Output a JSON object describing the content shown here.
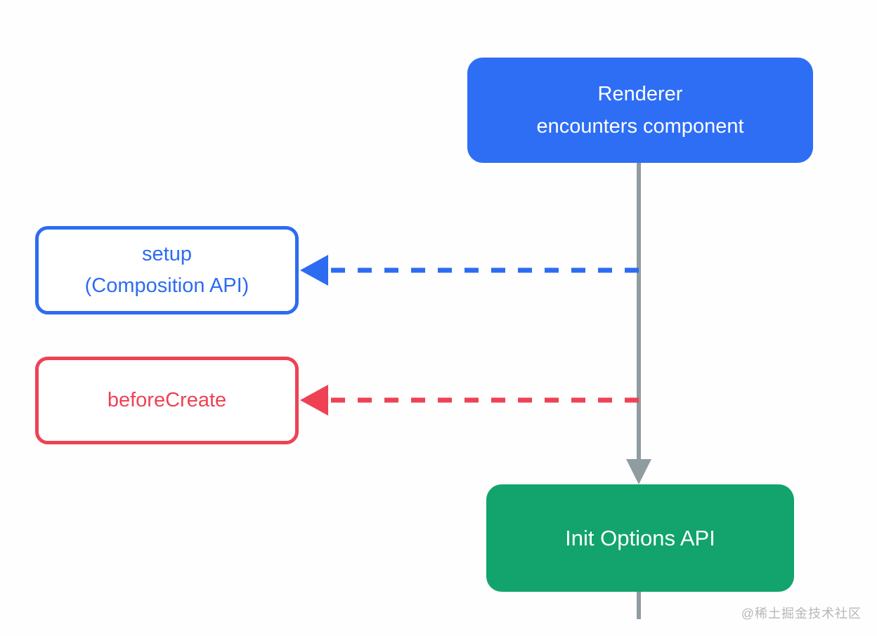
{
  "nodes": {
    "renderer": {
      "line1": "Renderer",
      "line2": "encounters component"
    },
    "setup": {
      "line1": "setup",
      "line2": "(Composition API)"
    },
    "beforeCreate": {
      "label": "beforeCreate"
    },
    "initOptions": {
      "label": "Init Options API"
    }
  },
  "colors": {
    "blue_fill": "#2e6ef5",
    "blue_outline": "#2d6cf1",
    "red": "#ee4254",
    "green_fill": "#12a46c",
    "gray_line": "#8f9ca0",
    "white_text": "#ffffff",
    "watermark_gray": "#b9b6b6"
  },
  "watermark": {
    "text": "@稀土掘金技术社区"
  }
}
